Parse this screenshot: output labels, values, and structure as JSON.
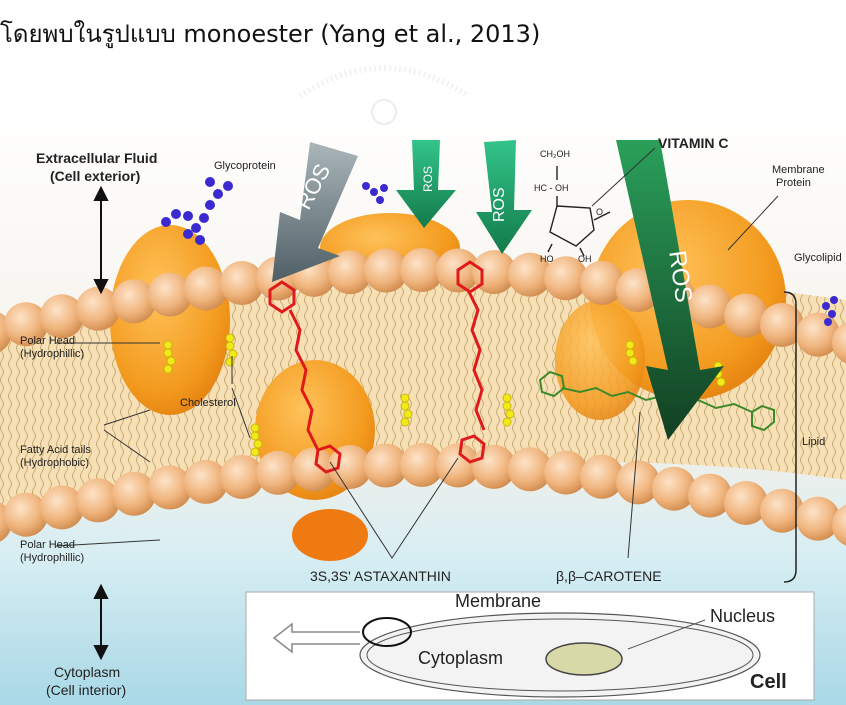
{
  "caption": "โดยพบในรูปแบบ monoester (Yang et al., 2013)",
  "labels": {
    "extracellular": "Extracellular Fluid",
    "extracellular_sub": "(Cell exterior)",
    "glycoprotein": "Glycoprotein",
    "ros": "ROS",
    "vitamin_c": "VITAMIN C",
    "membrane_protein_1": "Membrane",
    "membrane_protein_2": "Protein",
    "glycolipid": "Glycolipid",
    "polar_head_top_1": "Polar Head",
    "polar_head_top_2": "(Hydrophillic)",
    "cholesterol": "Cholesterol",
    "fatty_acid_1": "Fatty Acid tails",
    "fatty_acid_2": "(Hydrophobic)",
    "lipid": "Lipid",
    "polar_head_bottom_1": "Polar Head",
    "polar_head_bottom_2": "(Hydrophillic)",
    "astaxanthin": "3S,3S' ASTAXANTHIN",
    "carotene": "β,β–CAROTENE",
    "cytoplasm_side_1": "Cytoplasm",
    "cytoplasm_side_2": "(Cell interior)"
  },
  "vitamin_c_structure": {
    "ch2oh": "CH₂OH",
    "hcoh": "HC - OH",
    "o": "O",
    "ho": "HO",
    "oh": "OH"
  },
  "cell_inset": {
    "membrane": "Membrane",
    "nucleus": "Nucleus",
    "cytoplasm": "Cytoplasm",
    "cell": "Cell"
  },
  "colors": {
    "bead": "#f2b47a",
    "bead_dark": "#d98c4a",
    "tail": "#c8b27a",
    "protein": "#f39a1e",
    "astaxanthin": "#e02020",
    "carotene": "#3c8a2a",
    "glyco": "#3a2ad0",
    "cholesterol": "#f2e81a",
    "ros_gray": "#7f8e94",
    "ros_green": "#1f9c62",
    "ros_dark": "#1c6b36",
    "bg_blue": "#bfe3ee"
  }
}
